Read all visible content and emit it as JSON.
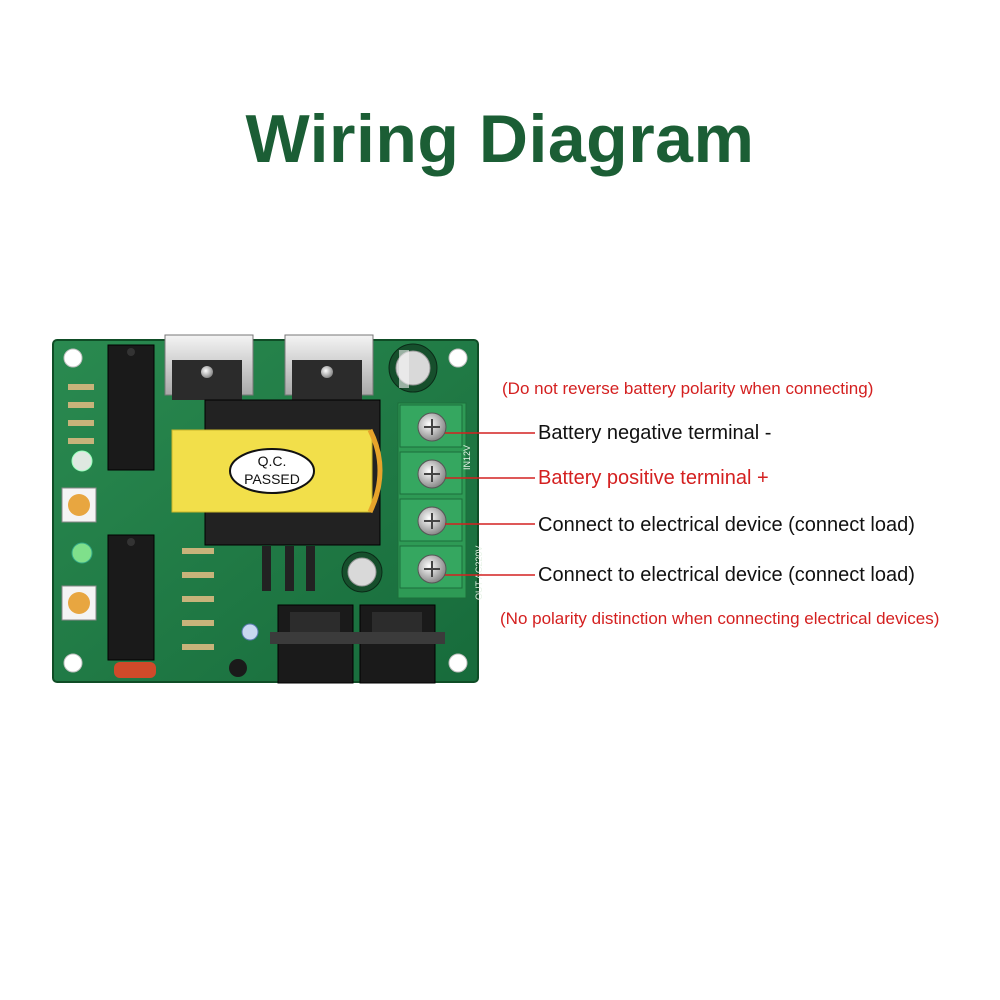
{
  "title": "Wiring Diagram",
  "notes": {
    "top": "(Do not reverse battery polarity when connecting)",
    "bottom": "(No polarity distinction when connecting electrical devices)"
  },
  "terminals": [
    {
      "label": "Battery negative terminal -",
      "color": "#111111"
    },
    {
      "label": "Battery positive terminal +",
      "color": "#d42020"
    },
    {
      "label": "Connect to electrical device (connect load)",
      "color": "#111111"
    },
    {
      "label": "Connect to electrical device (connect load)",
      "color": "#111111"
    }
  ],
  "board": {
    "transformer_stamp_line1": "Q.C.",
    "transformer_stamp_line2": "PASSED",
    "silkscreen_in": "IN12V",
    "silkscreen_out": "OUT AC220V"
  },
  "colors": {
    "title": "#1b5e35",
    "pcb": "#1f7a45",
    "terminal_block": "#2e9a55",
    "transformer": "#f2df4a",
    "warning_red": "#d42020"
  }
}
